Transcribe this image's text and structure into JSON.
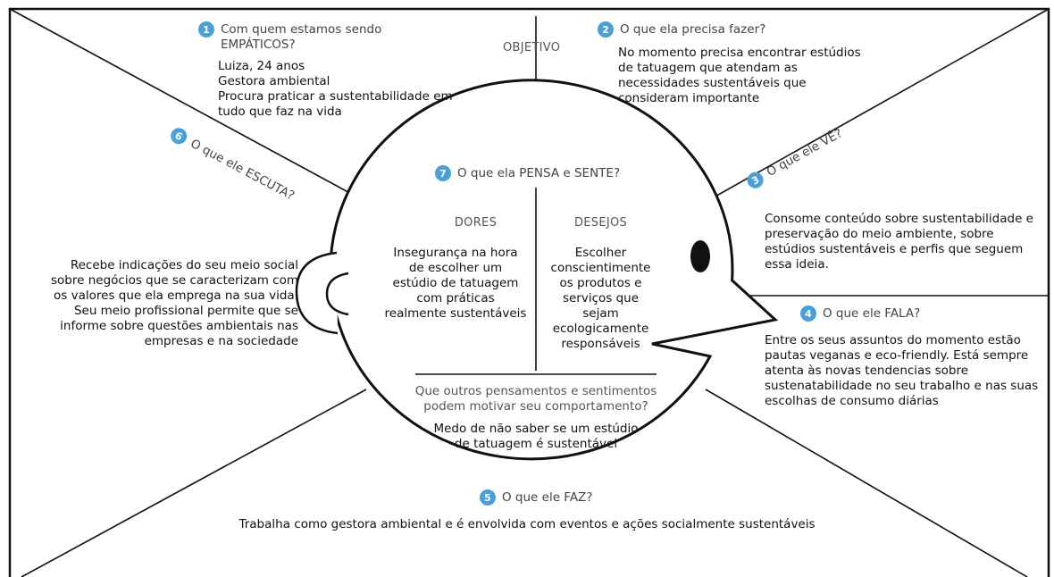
{
  "colors": {
    "badge": "#4a9fd5",
    "line": "#111111",
    "text": "#111111",
    "heading": "#444444"
  },
  "objective_label": "OBJETIVO",
  "sections": {
    "who": {
      "number": "1",
      "title_lines": [
        "Com quem estamos sendo",
        "EMPÁTICOS?"
      ],
      "body_lines": [
        "Luiza, 24 anos",
        "Gestora ambiental",
        "Procura praticar a sustentabilidade em",
        "tudo que faz na vida"
      ]
    },
    "need": {
      "number": "2",
      "title": "O que ela precisa fazer?",
      "body_lines": [
        "No momento precisa encontrar estúdios",
        "de tatuagem que atendam as",
        "necessidades sustentáveis que",
        "consideram importante"
      ]
    },
    "see": {
      "number": "3",
      "title": "O que ele VÊ?",
      "body_lines": [
        "Consome conteúdo sobre sustentabilidade e",
        "preservação do meio ambiente, sobre",
        "estúdios sustentáveis e perfis que seguem",
        "essa ideia."
      ]
    },
    "say": {
      "number": "4",
      "title": "O que ele FALA?",
      "body_lines": [
        "Entre os seus assuntos do momento estão",
        "pautas veganas e eco-friendly. Está sempre",
        "atenta às novas tendencias sobre",
        "sustenatabilidade no seu trabalho e nas suas",
        "escolhas de consumo diárias"
      ]
    },
    "do": {
      "number": "5",
      "title": "O que ele FAZ?",
      "body": "Trabalha como gestora ambiental e é envolvida com eventos e ações socialmente sustentáveis"
    },
    "hear": {
      "number": "6",
      "title": "O que ele ESCUTA?",
      "body_lines": [
        "Recebe indicações do seu meio social",
        "sobre negócios que se caracterizam com",
        "os valores que ela emprega na sua vida.",
        "Seu meio profissional permite que se",
        "informe sobre questões ambientais nas",
        "empresas e na sociedade"
      ]
    },
    "think": {
      "number": "7",
      "title": "O que ela PENSA e SENTE?",
      "pains_label": "DORES",
      "pains_lines": [
        "Insegurança na hora",
        "de escolher um",
        "estúdio de tatuagem",
        "com práticas",
        "realmente sustentáveis"
      ],
      "gains_label": "DESEJOS",
      "gains_lines": [
        "Escolher",
        "conscientimente",
        "os produtos e",
        "serviços que",
        "sejam",
        "ecologicamente",
        "responsáveis"
      ],
      "other_question_lines": [
        "Que outros pensamentos e sentimentos",
        "podem motivar seu comportamento?"
      ],
      "other_answer_lines": [
        "Medo de não saber se um estúdio",
        "de tatuagem é sustentável"
      ]
    }
  }
}
